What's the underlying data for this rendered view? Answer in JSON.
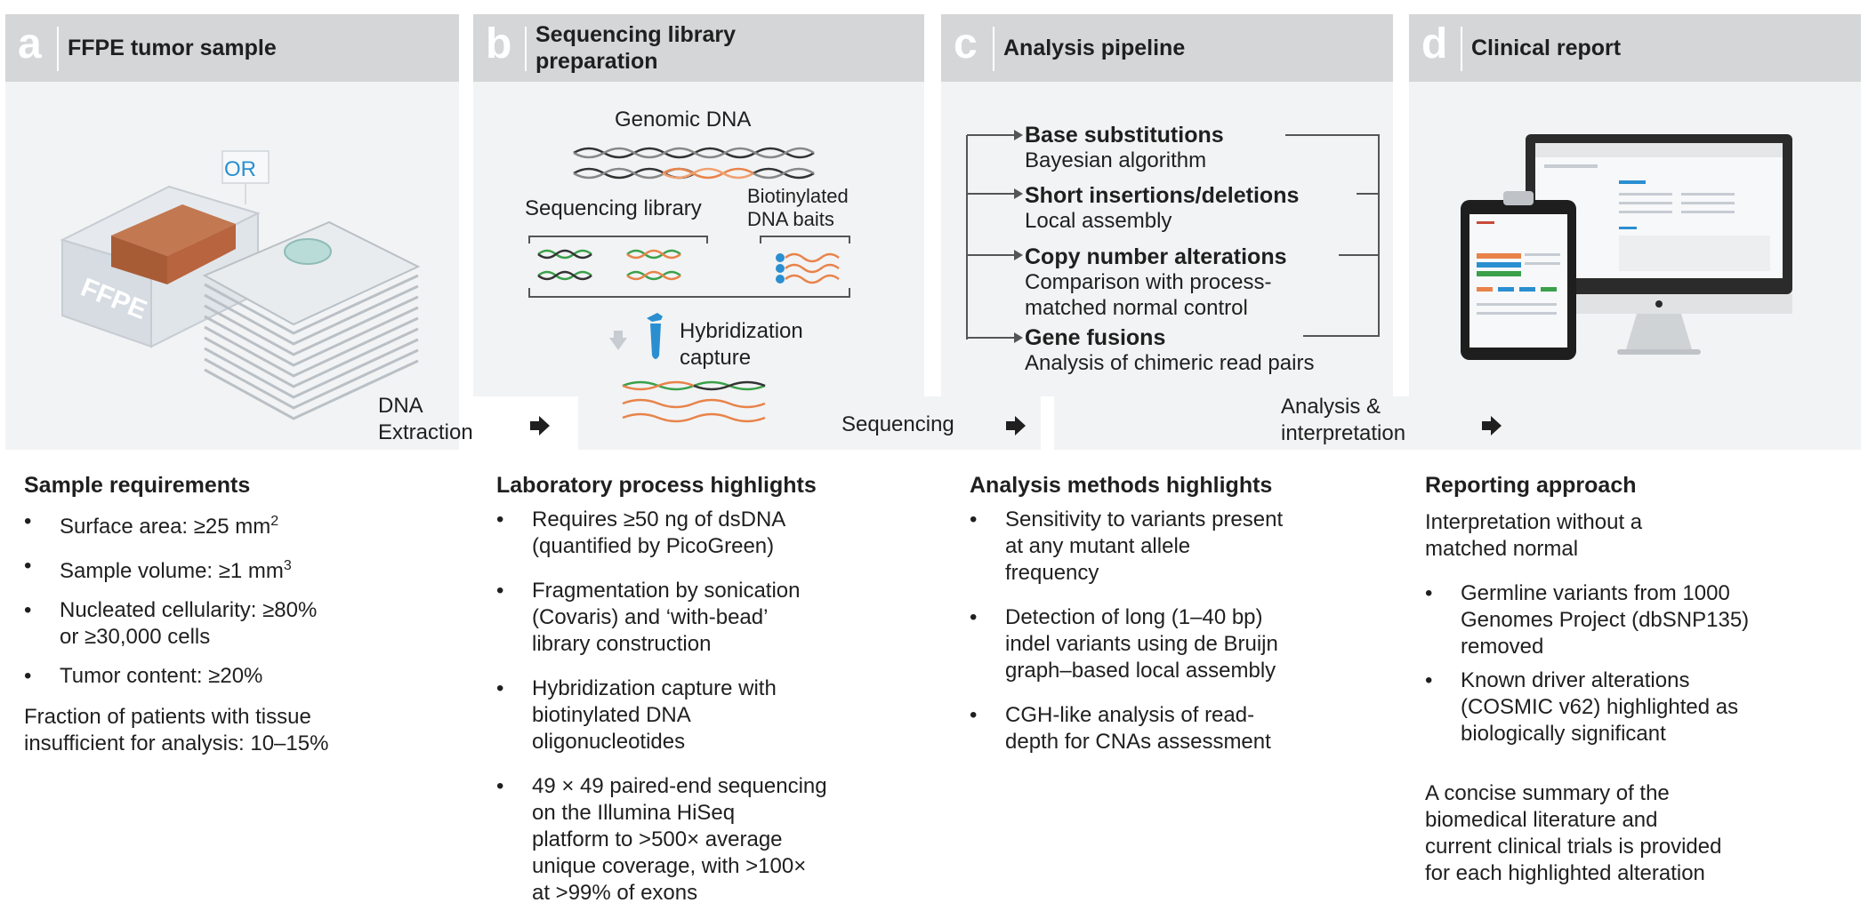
{
  "panels": {
    "a": {
      "letter": "a",
      "title": "FFPE tumor sample"
    },
    "b": {
      "letter": "b",
      "title_line1": "Sequencing library",
      "title_line2": "preparation"
    },
    "c": {
      "letter": "c",
      "title": "Analysis pipeline"
    },
    "d": {
      "letter": "d",
      "title": "Clinical report"
    }
  },
  "panel_a": {
    "or_label": "OR",
    "block_label": "FFPE"
  },
  "panel_b": {
    "genomic_dna": "Genomic DNA",
    "sequencing_library": "Sequencing library",
    "baits_line1": "Biotinylated",
    "baits_line2": "DNA baits",
    "capture_line1": "Hybridization",
    "capture_line2": "capture"
  },
  "panel_c": {
    "items": [
      {
        "title": "Base substitutions",
        "sub1": "Bayesian algorithm",
        "sub2": ""
      },
      {
        "title": "Short insertions/deletions",
        "sub1": "Local assembly",
        "sub2": ""
      },
      {
        "title": "Copy number alterations",
        "sub1": "Comparison with process-",
        "sub2": "matched normal control"
      },
      {
        "title": "Gene fusions",
        "sub1": "Analysis of chimeric read pairs",
        "sub2": ""
      }
    ]
  },
  "steps": {
    "dna_line1": "DNA",
    "dna_line2": "Extraction",
    "sequencing": "Sequencing",
    "analysis_line1": "Analysis &",
    "analysis_line2": "interpretation"
  },
  "sections": {
    "a": {
      "title": "Sample requirements",
      "b1_text": "Surface area: ≥25 mm",
      "b1_sup": "2",
      "b2_text": "Sample volume: ≥1 mm",
      "b2_sup": "3",
      "b3_line1": "Nucleated cellularity: ≥80%",
      "b3_line2": "or ≥30,000 cells",
      "b4": "Tumor content: ≥20%",
      "note_line1": "Fraction of patients with tissue",
      "note_line2": "insufficient for analysis: 10–15%"
    },
    "b": {
      "title": "Laboratory process highlights",
      "bullets": [
        [
          "Requires ≥50 ng of dsDNA",
          "(quantified by PicoGreen)"
        ],
        [
          "Fragmentation by sonication",
          "(Covaris) and ‘with-bead’",
          "library construction"
        ],
        [
          "Hybridization capture with",
          "biotinylated DNA",
          "oligonucleotides"
        ],
        [
          "49 × 49 paired-end sequencing",
          "on the Illumina HiSeq",
          "platform to >500× average",
          "unique coverage, with >100×",
          "at >99% of exons"
        ]
      ]
    },
    "c": {
      "title": "Analysis methods highlights",
      "bullets": [
        [
          "Sensitivity to variants present",
          "at any mutant allele",
          "frequency"
        ],
        [
          "Detection of long (1–40 bp)",
          "indel variants using de Bruijn",
          "graph–based local assembly"
        ],
        [
          "CGH-like analysis of read-",
          "depth for CNAs assessment"
        ]
      ]
    },
    "d": {
      "title": "Reporting approach",
      "intro_line1": "Interpretation without a",
      "intro_line2": "matched normal",
      "bullets": [
        [
          "Germline variants from 1000",
          "Genomes Project (dbSNP135)",
          "removed"
        ],
        [
          "Known driver alterations",
          "(COSMIC v62) highlighted as",
          "biologically significant"
        ]
      ],
      "summary": [
        "A concise summary of the",
        "biomedical literature and",
        "current clinical trials is provided",
        "for each highlighted alteration"
      ]
    }
  },
  "colors": {
    "header": "#d4d6d8",
    "panel": "#f2f3f4",
    "orange": "#e8834a",
    "green": "#3aa04a",
    "blue": "#2a8fd0",
    "tissue": "#b8643e"
  }
}
